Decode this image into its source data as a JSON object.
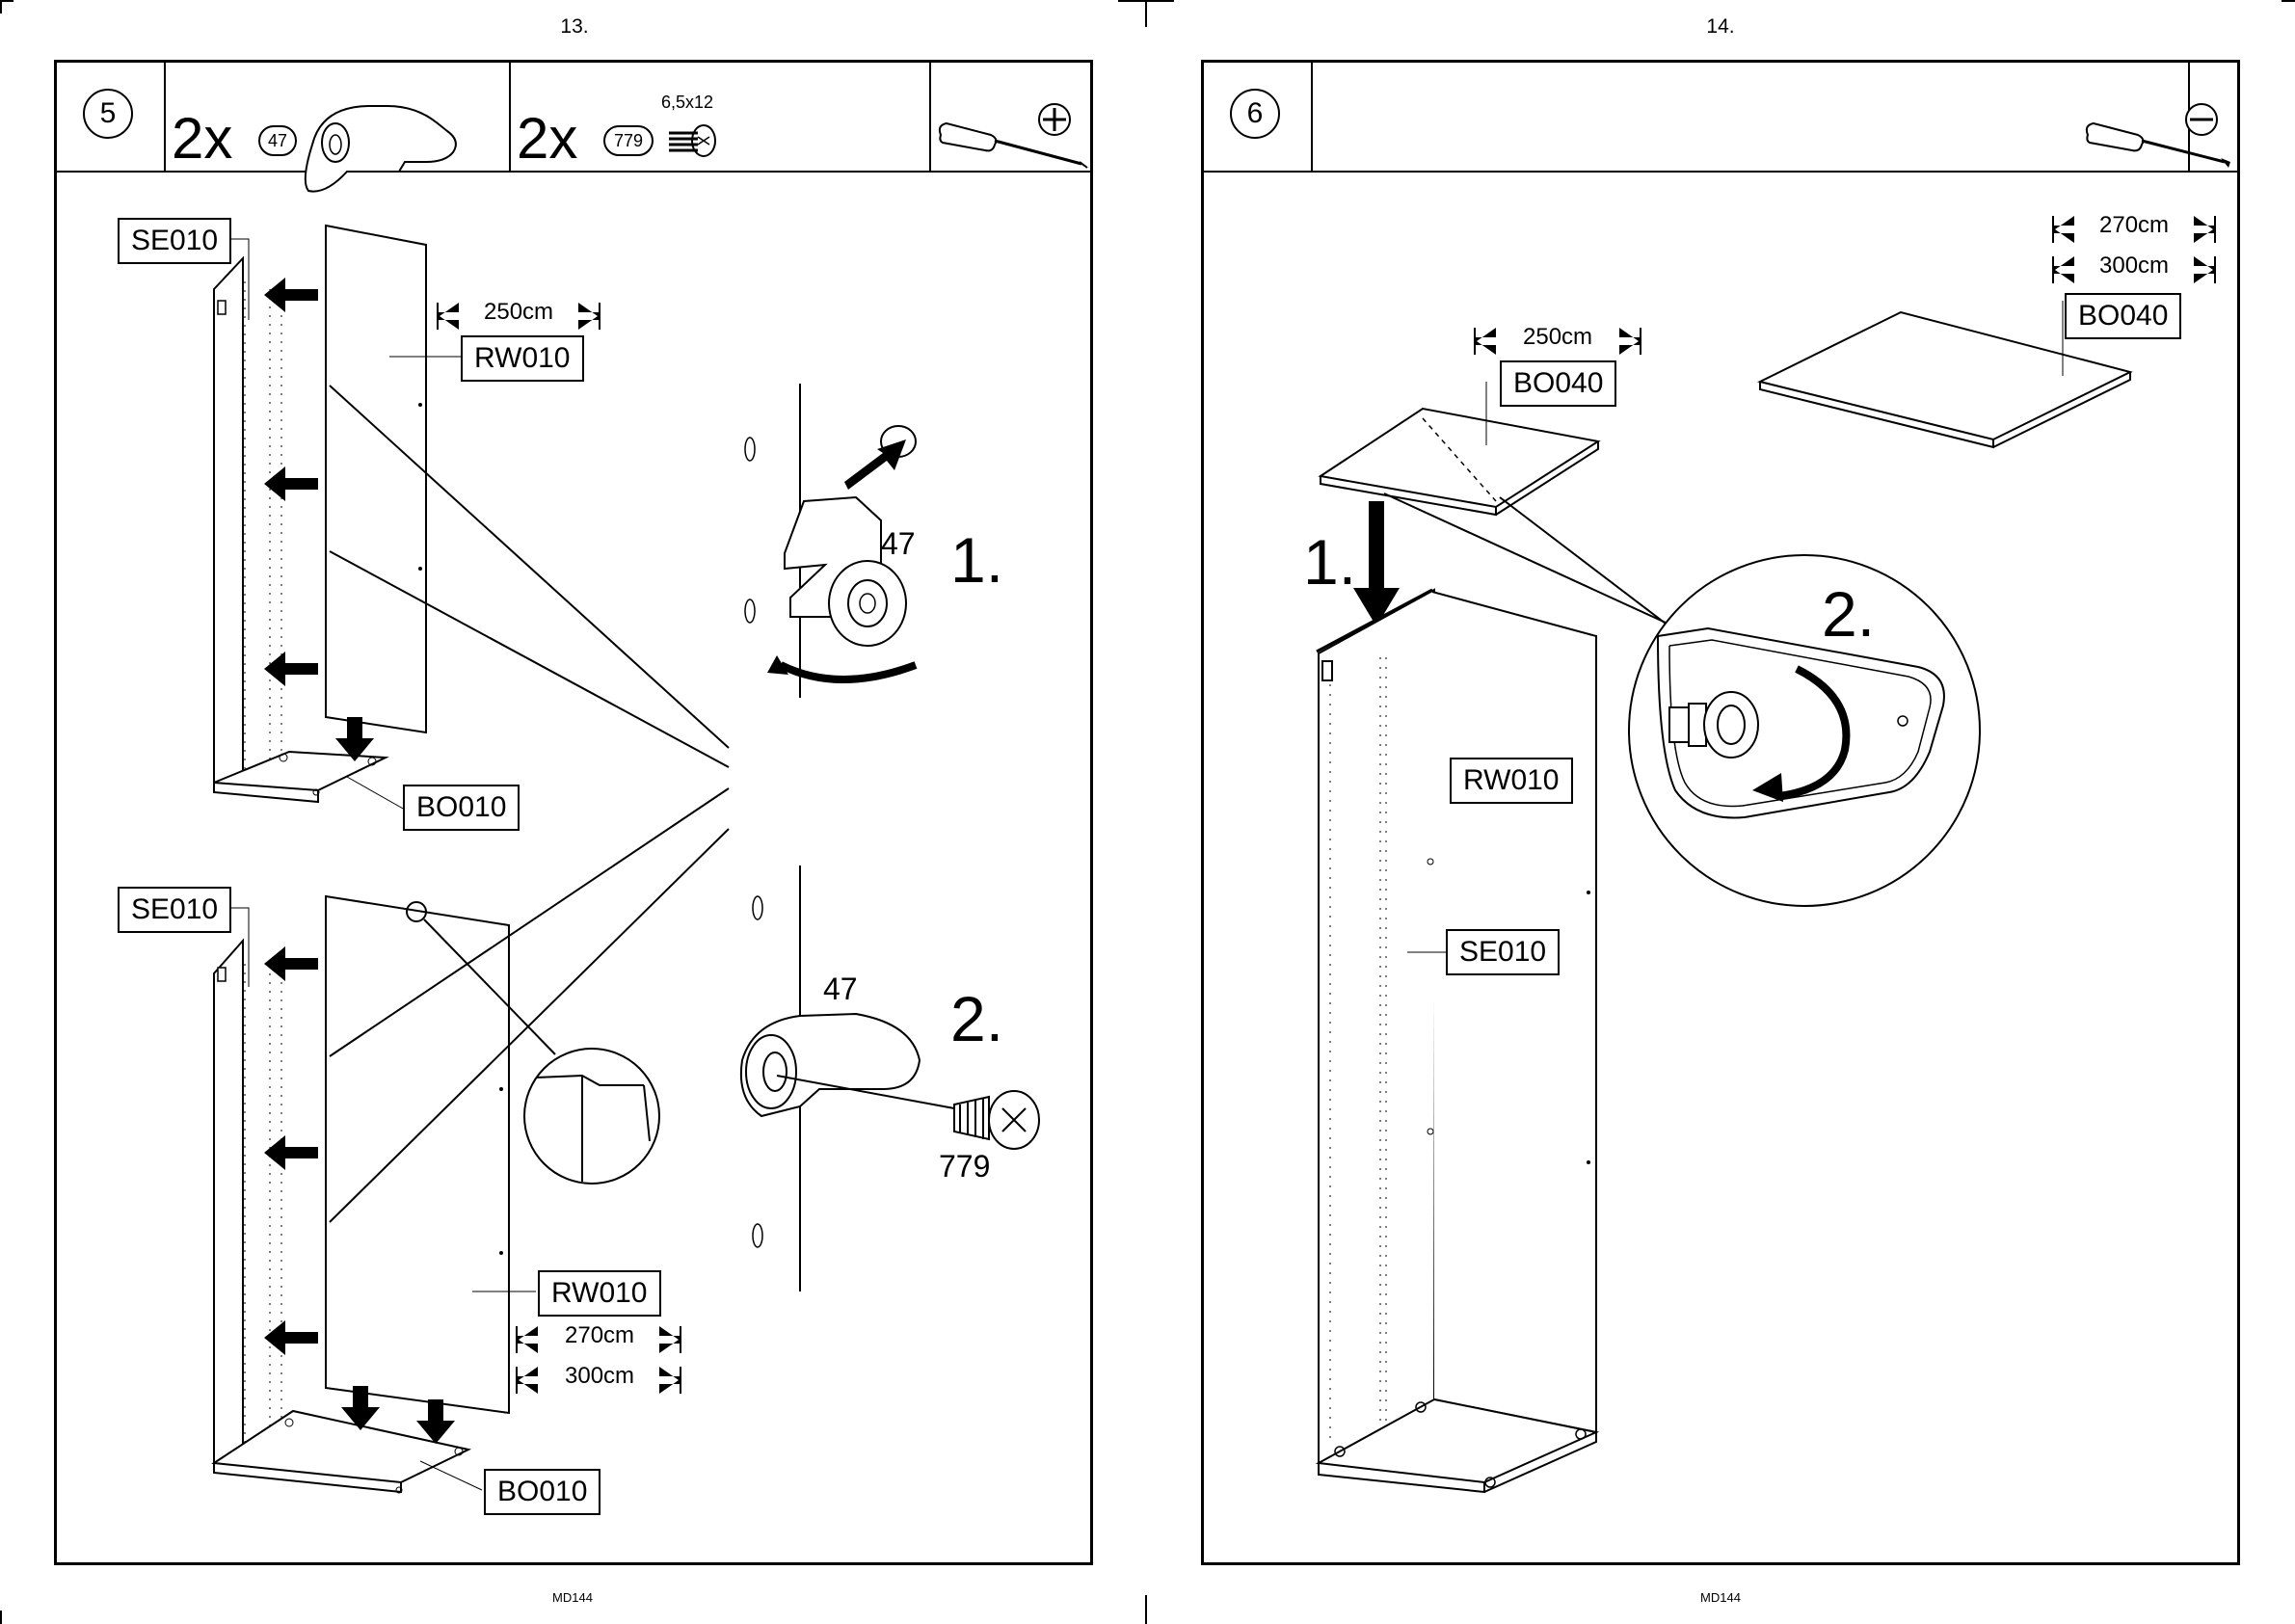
{
  "pages": {
    "left_number": "13.",
    "right_number": "14.",
    "left_footer": "MD144",
    "right_footer": "MD144"
  },
  "step5": {
    "number": "5",
    "part_a": {
      "qty": "2x",
      "id": "47"
    },
    "part_b": {
      "qty": "2x",
      "id": "779",
      "spec": "6,5x12"
    },
    "tool_icon": "phillips-screwdriver-icon",
    "labels": {
      "se_top": "SE010",
      "rw_top": "RW010",
      "bo_top": "BO010",
      "se_bottom": "SE010",
      "rw_bottom": "RW010",
      "bo_bottom": "BO010"
    },
    "dims": {
      "top": "250cm",
      "bottom_a": "270cm",
      "bottom_b": "300cm"
    },
    "detail": {
      "sub1": "1.",
      "sub2": "2.",
      "part1": "47",
      "part2": "47",
      "screw": "779"
    }
  },
  "step6": {
    "number": "6",
    "tool_icon": "flat-screwdriver-icon",
    "labels": {
      "bo_small": "BO040",
      "bo_large": "BO040",
      "rw": "RW010",
      "se": "SE010"
    },
    "dims": {
      "small": "250cm",
      "large_a": "270cm",
      "large_b": "300cm"
    },
    "detail": {
      "sub1": "1.",
      "sub2": "2."
    }
  }
}
